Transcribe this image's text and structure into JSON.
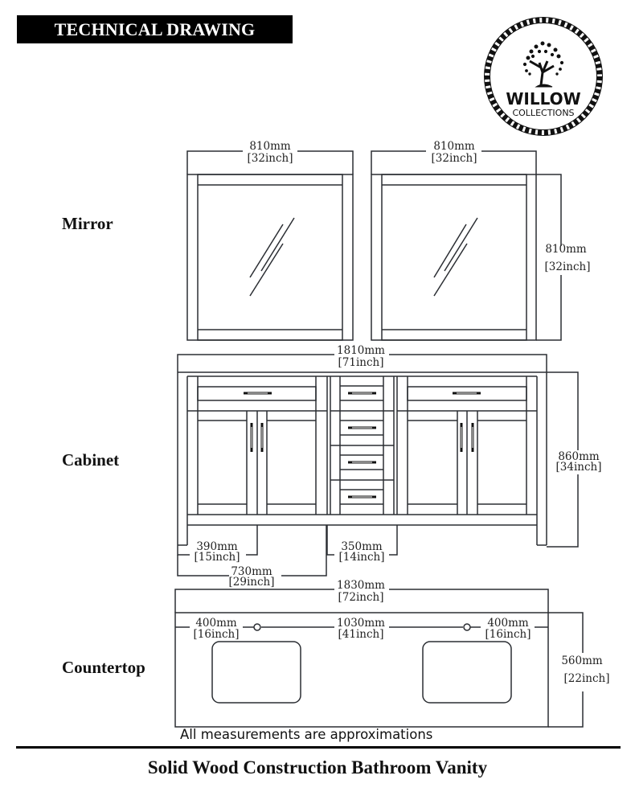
{
  "header": {
    "title": "TECHNICAL DRAWING"
  },
  "logo": {
    "brand": "WILLOW",
    "subtitle": "COLLECTIONS"
  },
  "sections": {
    "mirror": "Mirror",
    "cabinet": "Cabinet",
    "countertop": "Countertop"
  },
  "dimensions": {
    "mirror_left_width": {
      "mm": "810mm",
      "inch": "[32inch]"
    },
    "mirror_right_width": {
      "mm": "810mm",
      "inch": "[32inch]"
    },
    "mirror_height": {
      "mm": "810mm",
      "inch": "[32inch]"
    },
    "cabinet_width": {
      "mm": "1810mm",
      "inch": "[71inch]"
    },
    "cabinet_height": {
      "mm": "860mm",
      "inch": "[34inch]"
    },
    "cabinet_side_opening": {
      "mm": "390mm",
      "inch": "[15inch]"
    },
    "cabinet_center_opening": {
      "mm": "350mm",
      "inch": "[14inch]"
    },
    "cabinet_half_width": {
      "mm": "730mm",
      "inch": "[29inch]"
    },
    "countertop_width": {
      "mm": "1830mm",
      "inch": "[72inch]"
    },
    "countertop_left_offset": {
      "mm": "400mm",
      "inch": "[16inch]"
    },
    "countertop_sink_spacing": {
      "mm": "1030mm",
      "inch": "[41inch]"
    },
    "countertop_right_offset": {
      "mm": "400mm",
      "inch": "[16inch]"
    },
    "countertop_depth": {
      "mm": "560mm",
      "inch": "[22inch]"
    }
  },
  "note": "All measurements are approximations",
  "footer": {
    "title": "Solid Wood Construction Bathroom Vanity"
  },
  "colors": {
    "line": "#2b2e33",
    "ink": "#111111",
    "background": "#ffffff"
  }
}
